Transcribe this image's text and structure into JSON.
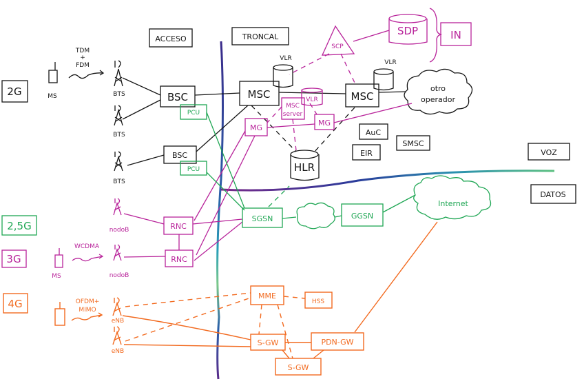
{
  "colors": {
    "gsm": "#151515",
    "umts": "#b8239a",
    "gprs": "#1ea653",
    "lte": "#f26a1f"
  },
  "sections": {
    "access": "ACCESO",
    "core": "TRONCAL"
  },
  "generations": {
    "g2": "2G",
    "g25": "2,5G",
    "g3": "3G",
    "g4": "4G"
  },
  "legend": {
    "voice": "VOZ",
    "data": "DATOS"
  },
  "radio": {
    "tdm": "TDM",
    "plus": "+",
    "fdm": "FDM",
    "wcdma": "WCDMA",
    "ofdm": "OFDM+",
    "mimo": "MIMO"
  },
  "nodes": {
    "ms": "MS",
    "bts": "BTS",
    "bsc": "BSC",
    "pcu": "PCU",
    "msc": "MSC",
    "vlr": "VLR",
    "hlr": "HLR",
    "auc": "AuC",
    "eir": "EIR",
    "smsc": "SMSC",
    "msc_server": "MSC",
    "msc_server_sub": "server",
    "mg": "MG",
    "scp": "SCP",
    "sdp": "SDP",
    "in": "IN",
    "otro": "otro",
    "operador": "operador",
    "nodob": "nodoB",
    "rnc": "RNC",
    "sgsn": "SGSN",
    "ggsn": "GGSN",
    "internet": "Internet",
    "enb": "eNB",
    "mme": "MME",
    "hss": "HSS",
    "sgw": "S-GW",
    "pdngw": "PDN-GW"
  }
}
